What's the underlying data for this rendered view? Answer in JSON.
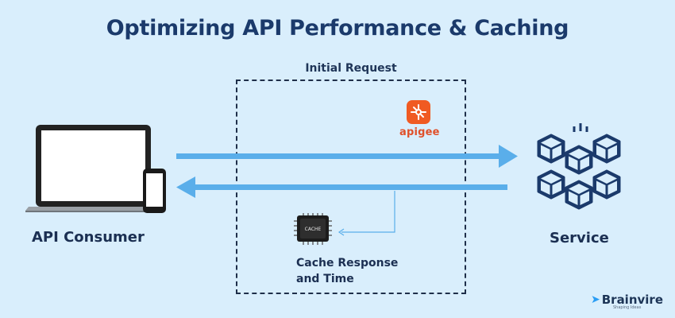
{
  "title": "Optimizing API Performance & Caching",
  "box_label": "Initial Request",
  "apigee": {
    "text": "apigee",
    "icon": "apigee-logo-icon"
  },
  "consumer": {
    "label": "API Consumer",
    "icon": "laptop-phone-icon"
  },
  "service": {
    "label": "Service",
    "icon": "cubes-cluster-icon"
  },
  "cache": {
    "chip_text": "CACHE",
    "label_line1": "Cache Response",
    "label_line2": "and Time",
    "icon": "cpu-chip-icon"
  },
  "brand": {
    "name": "Brainvire",
    "tagline": "Shaping Ideas"
  },
  "colors": {
    "arrow": "#5aaeea",
    "title": "#1b3a6b",
    "background": "#d9eefc",
    "apigee": "#f05a22"
  }
}
